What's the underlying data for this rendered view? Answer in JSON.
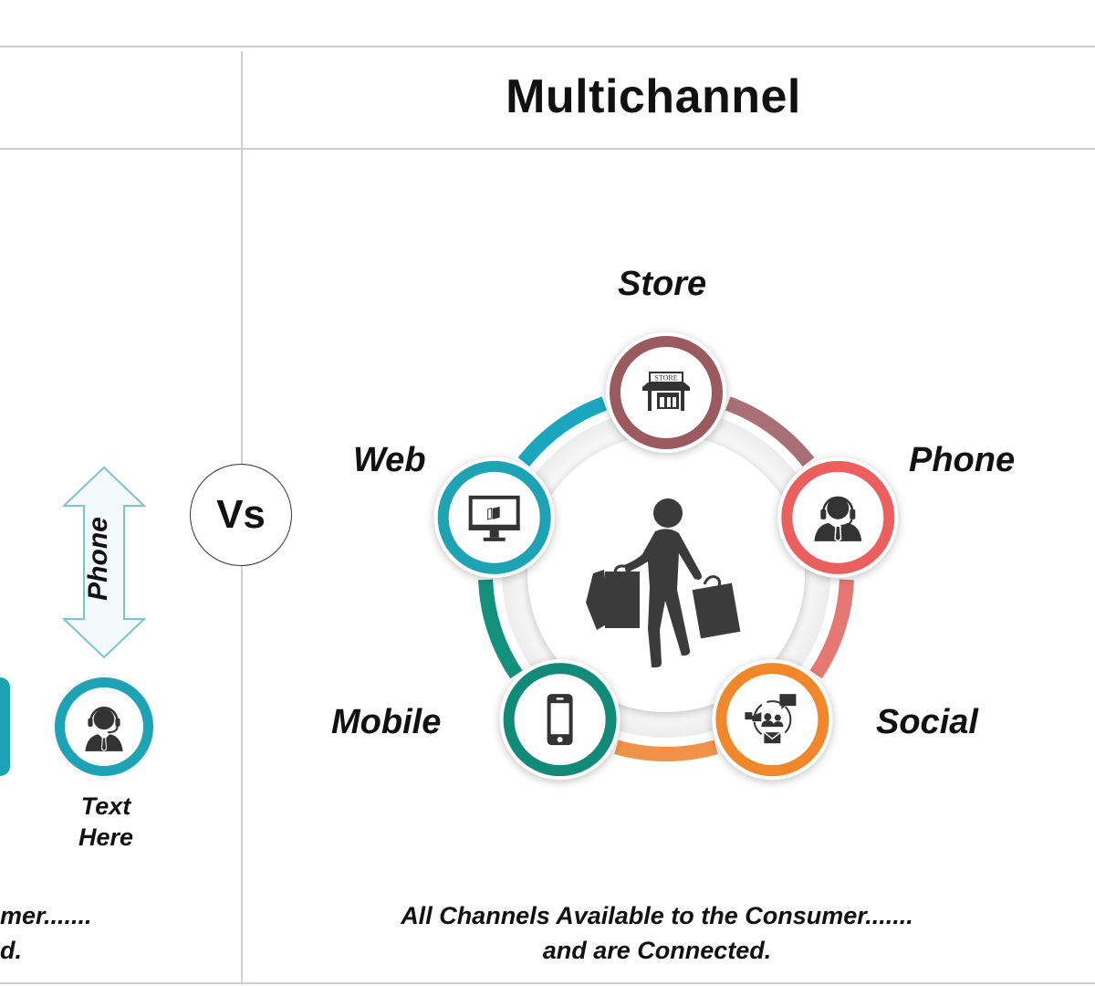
{
  "header": {
    "right_title": "Multichannel"
  },
  "left_panel": {
    "arrow_label": "Phone",
    "node_label": "Text Here",
    "node_icon": "call-center-agent-icon",
    "caption_line1": "mer.......",
    "caption_line2": "d."
  },
  "divider": {
    "vs_label": "Vs"
  },
  "right_panel": {
    "center_icon": "shopper-with-bags-icon",
    "channels": [
      {
        "label": "Store",
        "icon": "storefront-icon",
        "color": "#9b5a5f"
      },
      {
        "label": "Phone",
        "icon": "call-center-agent-icon",
        "color": "#ec5f5f"
      },
      {
        "label": "Social",
        "icon": "social-network-icon",
        "color": "#f0872b"
      },
      {
        "label": "Mobile",
        "icon": "smartphone-icon",
        "color": "#128a78"
      },
      {
        "label": "Web",
        "icon": "desktop-monitor-icon",
        "color": "#1ea3b4"
      }
    ],
    "store_sign": "STORE",
    "caption_line1": "All Channels Available to the Consumer.......",
    "caption_line2": "and are Connected."
  },
  "connector_colors": {
    "store_phone": "#a87076",
    "phone_social": "#e57873",
    "social_mobile": "#f0924a",
    "mobile_web": "#14917d",
    "web_store": "#1aa6bf"
  }
}
